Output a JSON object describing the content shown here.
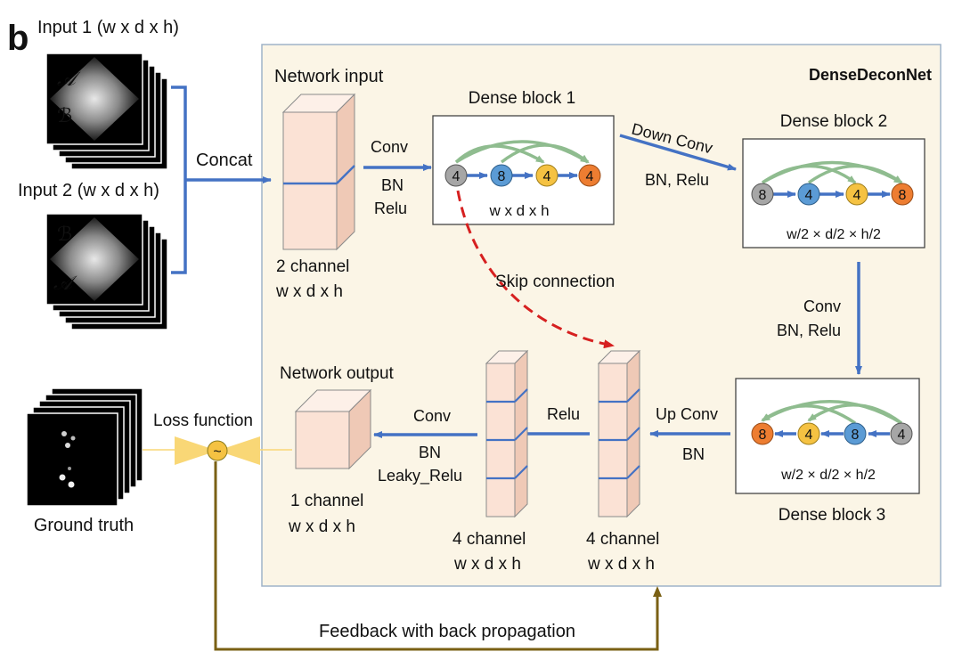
{
  "panel_letter": "b",
  "network_name": "DenseDeconNet",
  "inputs": {
    "input1_label": "Input 1 (w x d x h)",
    "input2_label": "Input 2 (w x d x h)",
    "input1_top_letter": "𝒜",
    "input1_bottom_letter": "ℬ",
    "input2_top_letter": "ℬ",
    "input2_bottom_letter": "𝒜",
    "concat_label": "Concat"
  },
  "network_input": {
    "title": "Network input",
    "channels": "2 channel",
    "dims": "w x d x h"
  },
  "dense_block_1": {
    "title": "Dense block 1",
    "nodes": [
      "4",
      "8",
      "4",
      "4"
    ],
    "dims": "w x d x h"
  },
  "dense_block_2": {
    "title": "Dense block 2",
    "nodes": [
      "8",
      "4",
      "4",
      "8"
    ],
    "dims": "w/2 × d/2 × h/2"
  },
  "dense_block_3": {
    "title": "Dense block 3",
    "nodes": [
      "8",
      "4",
      "8",
      "4"
    ],
    "dims": "w/2 × d/2 × h/2"
  },
  "ops": {
    "conv1": "Conv",
    "bn_relu1_a": "BN",
    "bn_relu1_b": "Relu",
    "down_conv": "Down Conv",
    "bn_relu2": "BN, Relu",
    "conv3": "Conv",
    "bn_relu3": "BN, Relu",
    "up_conv": "Up Conv",
    "bn4": "BN",
    "relu5": "Relu",
    "conv6": "Conv",
    "bn6": "BN",
    "leaky6": "Leaky_Relu"
  },
  "skip_connection": "Skip connection",
  "stack_right": {
    "channels": "4 channel",
    "dims": "w x d x h"
  },
  "stack_left": {
    "channels": "4 channel",
    "dims": "w x d x h"
  },
  "network_output": {
    "title": "Network output",
    "channels": "1 channel",
    "dims": "w x d x h"
  },
  "loss_function": "Loss function",
  "loss_symbol": "~",
  "ground_truth": "Ground truth",
  "feedback": "Feedback with back propagation",
  "colors": {
    "panel_bg": "#fbf5e6",
    "panel_border": "#9fb3c8",
    "arrow_blue": "#4472c4",
    "dense_arc": "#8fbc8f",
    "skip_red": "#d62020",
    "cube_front": "#fbe2d5",
    "cube_top": "#fdf0e8",
    "cube_side": "#efc9b6",
    "node_gray": "#a6a6a6",
    "node_blue": "#5b9bd5",
    "node_yellow": "#f5c242",
    "node_orange": "#ed7d31",
    "loss_yellow": "#f9d776",
    "loss_text": "#8a7a1a",
    "feedback_brown": "#7a6014"
  }
}
